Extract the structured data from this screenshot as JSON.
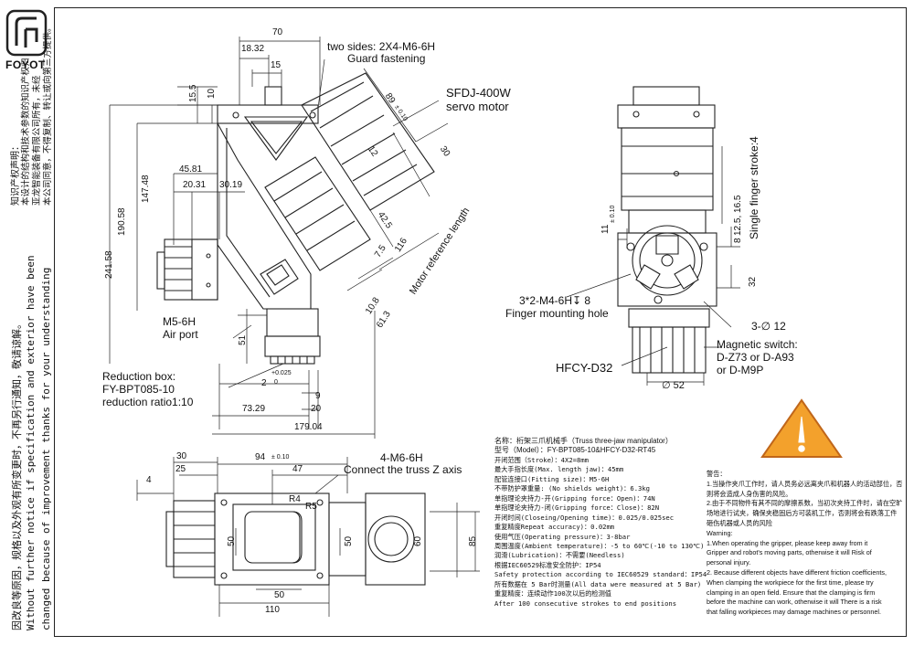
{
  "brand": {
    "name": "FOYOT"
  },
  "side_notice": {
    "title": "知识产权声明：",
    "line1": "本设计的结构和技术参数的知识产权归",
    "line2": "亚龙智能装备有限公司所有，未经",
    "line3": "本公司同意，不得复制、转让或向第三方提供。"
  },
  "side_notes": {
    "cn": "因改良等原因，规格以及外观有所变更时，不再另行通知，敬请谅解。",
    "en1": "Without further  notice if specification and exterior have been",
    "en2": "changed because of improvement thanks for your understanding"
  },
  "labels": {
    "guard_1": "two sides: 2X4-M6-6H",
    "guard_2": "Guard fastening",
    "motor_1": "SFDJ-400W",
    "motor_2": "servo motor",
    "motor_ref": "Motor reference length",
    "air_1": "M5-6H",
    "air_2": "Air port",
    "reduction_1": "Reduction box:",
    "reduction_2": "FY-BPT085-10",
    "reduction_3": "reduction ratio1:10",
    "finger_1": "3*2-M4-6H↧ 8",
    "finger_2": "Finger mounting hole",
    "single_stroke": "Single finger stroke:4",
    "magnetic_1": "Magnetic switch:",
    "magnetic_2": "D-Z73 or D-A93",
    "magnetic_3": "or D-M9P",
    "hfcy": "HFCY-D32",
    "connect_1": "4-M6-6H",
    "connect_2": "Connect the truss Z axis"
  },
  "dims": {
    "d70": "70",
    "d1832": "18.32",
    "d15": "15",
    "d155": "15.5",
    "d10": "10",
    "d4581": "45.81",
    "d14748": "147.48",
    "d19058": "190.58",
    "d24158": "241.58",
    "d2031": "20.31",
    "d3019": "30.19",
    "d51": "51",
    "d2": "2",
    "d2tol_p": "+0.025",
    "d2tol_m": "0",
    "d9": "9",
    "d20": "20",
    "d7329": "73.29",
    "d17904": "179.04",
    "d89": "89",
    "d89tol": "± 0.10",
    "d30": "30",
    "d12": "12",
    "d425": "42.5",
    "d75": "7.5",
    "d116": "116",
    "d108": "10.8",
    "d613": "61.3",
    "d11": "11",
    "d11tol": "± 0.10",
    "d8": "8",
    "d125": "12.5, 16.5",
    "d32": "32",
    "d3phi12": "3-∅ 12",
    "d52": "∅ 52",
    "b30": "30",
    "b25": "25",
    "b94": "94",
    "b94tol": "± 0.10",
    "b47": "47",
    "b4": "4",
    "bR4": "R4",
    "bR5": "R5",
    "b50a": "50",
    "b50b": "50",
    "b60": "60",
    "b85": "85",
    "b50c": "50",
    "b110": "110"
  },
  "specs": {
    "name": "名称：桁架三爪机械手（Truss three-jaw manipulator）",
    "model": "型号（Model）：FY-BPT085-10&HFCY-D32-RT45",
    "stroke": "开闭范围（Stroke）：4X2=8mm",
    "jaw": "最大手指长度(Max. length jaw)：45mm",
    "fitting": "配管连接口(Fitting size)：M5-6H",
    "weight": "不带防护罩重量:   (No shields weight)：6.3kg",
    "grip_open": "单指理论夹持力-开(Gripping force：Open)：74N",
    "grip_close": "单指理论夹持力-闭(Gripping force：Close)：82N",
    "time": "开闭时间(Closeing/Opening time)：0.025/0.025sec",
    "repeat": "重复精度Repeat accuracy)：0.02mm",
    "pressure": "使用气压(Operating pressure)：3-8bar",
    "temp": "周围温度(Ambient temperature)：-5 to 60℃(-10 to 130℃)",
    "lub": "润滑(Lubrication)：不需要(Needless)",
    "ip_cn": "根据IEC60529标准安全防护：IP54",
    "ip_en": "Safety protection according to IEC60529 standard：IP54",
    "measured": "所有数据在 5 Bar时测量(All data were measured at  5 Bar)",
    "repeat_test": "重复精度：连续动作100次以后的检测值",
    "after": "After 100 consecutive strokes to end positions"
  },
  "warning": {
    "title_cn": "警告：",
    "l1": "1.当操作夹爪工作时，请人员务必远离夹爪和机器人的活动部位，否",
    "l2": "则将会造成人身伤害的风险。",
    "l3": "2.由于不同物件有其不同的摩擦系数，当初次夹持工件时，请在空旷",
    "l4": "场地进行试夹，确保夹稳固后方可装机工作，否则将会有跌落工件",
    "l5": "砸伤机器或人员的风险",
    "title_en": "Warning:",
    "e1": "1.When operating the gripper, please keep away from it",
    "e2": "Gripper and robot's moving parts, otherwise it will Risk of",
    "e3": "personal injury.",
    "e4": "2. Because different objects have different friction coefficients,",
    "e5": "When clamping the workpiece for the first time, please try",
    "e6": "clamping in an open field. Ensure that the clamping is firm",
    "e7": "before the machine can work, otherwise it will There is a risk",
    "e8": "that falling workpieces may damage machines or personnel."
  },
  "colors": {
    "warning_fill": "#f3a12c",
    "warning_edge": "#c0661a",
    "line": "#222222"
  }
}
